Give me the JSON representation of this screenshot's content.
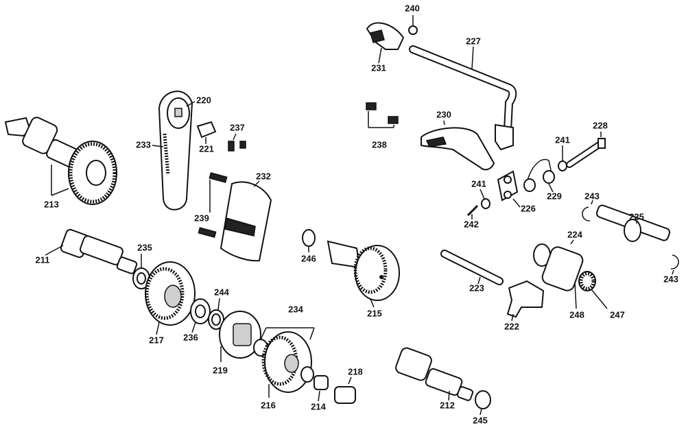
{
  "parts": [
    {
      "id": "p211",
      "label": "211",
      "name": "shaft"
    },
    {
      "id": "p212",
      "label": "212",
      "name": "shaft"
    },
    {
      "id": "p213",
      "label": "213",
      "name": "gear-shaft"
    },
    {
      "id": "p214",
      "label": "214",
      "name": "bushing"
    },
    {
      "id": "p215",
      "label": "215",
      "name": "gear"
    },
    {
      "id": "p216",
      "label": "216",
      "name": "gear"
    },
    {
      "id": "p217",
      "label": "217",
      "name": "gear"
    },
    {
      "id": "p218",
      "label": "218",
      "name": "bushing"
    },
    {
      "id": "p219",
      "label": "219",
      "name": "hub"
    },
    {
      "id": "p220",
      "label": "220",
      "name": "sprocket"
    },
    {
      "id": "p221",
      "label": "221",
      "name": "plate"
    },
    {
      "id": "p222",
      "label": "222",
      "name": "fork"
    },
    {
      "id": "p223",
      "label": "223",
      "name": "rod"
    },
    {
      "id": "p224",
      "label": "224",
      "name": "drum"
    },
    {
      "id": "p225",
      "label": "225",
      "name": "shaft"
    },
    {
      "id": "p226",
      "label": "226",
      "name": "link"
    },
    {
      "id": "p227",
      "label": "227",
      "name": "lever-shaft"
    },
    {
      "id": "p228",
      "label": "228",
      "name": "pin"
    },
    {
      "id": "p229",
      "label": "229",
      "name": "spring"
    },
    {
      "id": "p230",
      "label": "230",
      "name": "arm"
    },
    {
      "id": "p231",
      "label": "231",
      "name": "bracket"
    },
    {
      "id": "p232",
      "label": "232",
      "name": "cover"
    },
    {
      "id": "p233",
      "label": "233",
      "name": "chain"
    },
    {
      "id": "p234",
      "label": "234",
      "name": "gear-set"
    },
    {
      "id": "p235",
      "label": "235",
      "name": "washer"
    },
    {
      "id": "p236",
      "label": "236",
      "name": "washer"
    },
    {
      "id": "p237",
      "label": "237",
      "name": "screw"
    },
    {
      "id": "p238",
      "label": "238",
      "name": "screw"
    },
    {
      "id": "p239",
      "label": "239",
      "name": "bolt"
    },
    {
      "id": "p240",
      "label": "240",
      "name": "screw"
    },
    {
      "id": "p241a",
      "label": "241",
      "name": "washer"
    },
    {
      "id": "p241b",
      "label": "241",
      "name": "washer"
    },
    {
      "id": "p242",
      "label": "242",
      "name": "pin"
    },
    {
      "id": "p243a",
      "label": "243",
      "name": "clip"
    },
    {
      "id": "p243b",
      "label": "243",
      "name": "clip"
    },
    {
      "id": "p244",
      "label": "244",
      "name": "ring"
    },
    {
      "id": "p245",
      "label": "245",
      "name": "ring"
    },
    {
      "id": "p246",
      "label": "246",
      "name": "ring"
    },
    {
      "id": "p247",
      "label": "247",
      "name": "spring"
    },
    {
      "id": "p248",
      "label": "248",
      "name": "drum-part"
    }
  ]
}
